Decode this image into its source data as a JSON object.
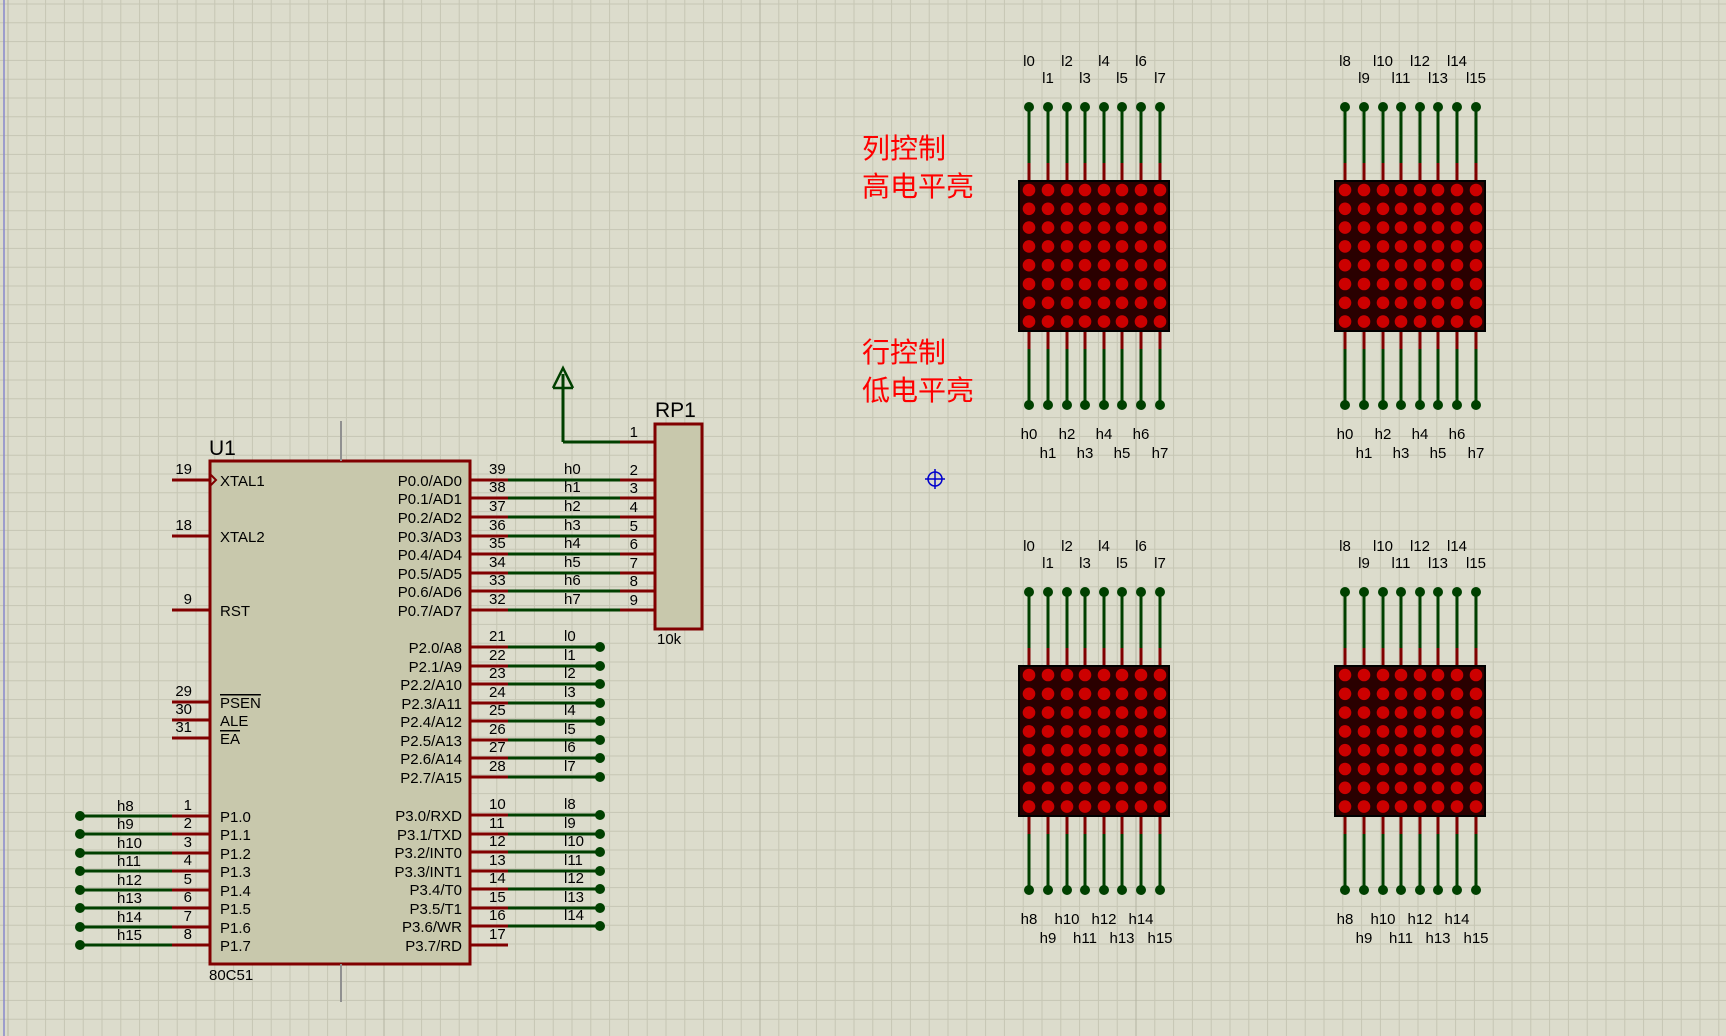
{
  "chip": {
    "ref": "U1",
    "part": "80C51",
    "left_pins": [
      {
        "num": "19",
        "name": "XTAL1"
      },
      {
        "num": "18",
        "name": "XTAL2"
      },
      {
        "num": "9",
        "name": "RST"
      },
      {
        "num": "29",
        "name": "PSEN"
      },
      {
        "num": "30",
        "name": "ALE"
      },
      {
        "num": "31",
        "name": "EA"
      },
      {
        "num": "1",
        "name": "P1.0"
      },
      {
        "num": "2",
        "name": "P1.1"
      },
      {
        "num": "3",
        "name": "P1.2"
      },
      {
        "num": "4",
        "name": "P1.3"
      },
      {
        "num": "5",
        "name": "P1.4"
      },
      {
        "num": "6",
        "name": "P1.5"
      },
      {
        "num": "7",
        "name": "P1.6"
      },
      {
        "num": "8",
        "name": "P1.7"
      }
    ],
    "right_pins": [
      {
        "num": "39",
        "name": "P0.0/AD0",
        "net": "h0"
      },
      {
        "num": "38",
        "name": "P0.1/AD1",
        "net": "h1"
      },
      {
        "num": "37",
        "name": "P0.2/AD2",
        "net": "h2"
      },
      {
        "num": "36",
        "name": "P0.3/AD3",
        "net": "h3"
      },
      {
        "num": "35",
        "name": "P0.4/AD4",
        "net": "h4"
      },
      {
        "num": "34",
        "name": "P0.5/AD5",
        "net": "h5"
      },
      {
        "num": "33",
        "name": "P0.6/AD6",
        "net": "h6"
      },
      {
        "num": "32",
        "name": "P0.7/AD7",
        "net": "h7"
      },
      {
        "num": "21",
        "name": "P2.0/A8",
        "net": "l0"
      },
      {
        "num": "22",
        "name": "P2.1/A9",
        "net": "l1"
      },
      {
        "num": "23",
        "name": "P2.2/A10",
        "net": "l2"
      },
      {
        "num": "24",
        "name": "P2.3/A11",
        "net": "l3"
      },
      {
        "num": "25",
        "name": "P2.4/A12",
        "net": "l4"
      },
      {
        "num": "26",
        "name": "P2.5/A13",
        "net": "l5"
      },
      {
        "num": "27",
        "name": "P2.6/A14",
        "net": "l6"
      },
      {
        "num": "28",
        "name": "P2.7/A15",
        "net": "l7"
      },
      {
        "num": "10",
        "name": "P3.0/RXD",
        "net": "l8"
      },
      {
        "num": "11",
        "name": "P3.1/TXD",
        "net": "l9"
      },
      {
        "num": "12",
        "name": "P3.2/INT0",
        "net": "l10"
      },
      {
        "num": "13",
        "name": "P3.3/INT1",
        "net": "l11"
      },
      {
        "num": "14",
        "name": "P3.4/T0",
        "net": "l12"
      },
      {
        "num": "15",
        "name": "P3.5/T1",
        "net": "l13"
      },
      {
        "num": "16",
        "name": "P3.6/WR",
        "net": "l14"
      },
      {
        "num": "17",
        "name": "P3.7/RD",
        "net": ""
      }
    ],
    "p1_nets": [
      "h8",
      "h9",
      "h10",
      "h11",
      "h12",
      "h13",
      "h14",
      "h15"
    ]
  },
  "resistor_pack": {
    "ref": "RP1",
    "value": "10k",
    "pins": [
      "1",
      "2",
      "3",
      "4",
      "5",
      "6",
      "7",
      "8",
      "9"
    ]
  },
  "annotations": {
    "column_control": [
      "列控制",
      "高电平亮"
    ],
    "row_control": [
      "行控制",
      "低电平亮"
    ]
  },
  "matrices": [
    {
      "top_labels": [
        "l0",
        "l1",
        "l2",
        "l3",
        "l4",
        "l5",
        "l6",
        "l7"
      ],
      "bottom_labels": [
        "h0",
        "h1",
        "h2",
        "h3",
        "h4",
        "h5",
        "h6",
        "h7"
      ]
    },
    {
      "top_labels": [
        "l8",
        "l9",
        "l10",
        "l11",
        "l12",
        "l13",
        "l14",
        "l15"
      ],
      "bottom_labels": [
        "h0",
        "h1",
        "h2",
        "h3",
        "h4",
        "h5",
        "h6",
        "h7"
      ]
    },
    {
      "top_labels": [
        "l0",
        "l1",
        "l2",
        "l3",
        "l4",
        "l5",
        "l6",
        "l7"
      ],
      "bottom_labels": [
        "h8",
        "h9",
        "h10",
        "h11",
        "h12",
        "h13",
        "h14",
        "h15"
      ]
    },
    {
      "top_labels": [
        "l8",
        "l9",
        "l10",
        "l11",
        "l12",
        "l13",
        "l14",
        "l15"
      ],
      "bottom_labels": [
        "h8",
        "h9",
        "h10",
        "h11",
        "h12",
        "h13",
        "h14",
        "h15"
      ]
    }
  ],
  "colors": {
    "background": "#dcdccc",
    "grid_minor": "#c6c6b4",
    "grid_major": "#b4b4a2",
    "chip_fill": "#c8c8ac",
    "chip_border": "#800000",
    "pin": "#800000",
    "wire": "#004000",
    "text": "#000000",
    "annotation": "#ff0000",
    "matrix_fill": "#2a0000",
    "led": "#cc0000"
  }
}
